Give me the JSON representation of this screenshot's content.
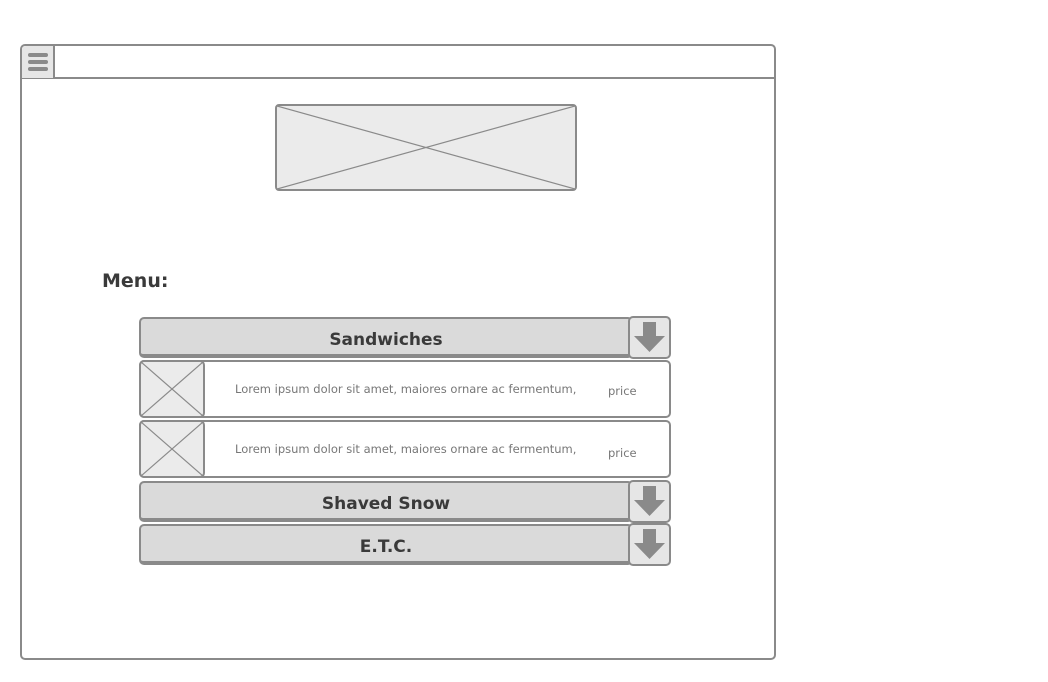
{
  "window": {
    "menu_button_icon": "hamburger-icon",
    "logo_placeholder": "image-placeholder"
  },
  "page": {
    "menu_label": "Menu:"
  },
  "categories": [
    {
      "title": "Sandwiches",
      "icon": "arrow-down-icon",
      "expanded": true
    },
    {
      "title": "Shaved Snow",
      "icon": "arrow-down-icon",
      "expanded": false
    },
    {
      "title": "E.T.C.",
      "icon": "arrow-down-icon",
      "expanded": false
    }
  ],
  "items": [
    {
      "description": "Lorem ipsum dolor sit amet, maiores ornare ac fermentum,",
      "price": "price",
      "image": "image-placeholder"
    },
    {
      "description": "Lorem ipsum dolor sit amet, maiores ornare ac fermentum,",
      "price": "price",
      "image": "image-placeholder"
    }
  ],
  "colors": {
    "border": "#8a8a8a",
    "fill": "#dadada",
    "placeholder_fill": "#ebebeb",
    "text_dark": "#3a3a3a",
    "text_muted": "#777777"
  }
}
